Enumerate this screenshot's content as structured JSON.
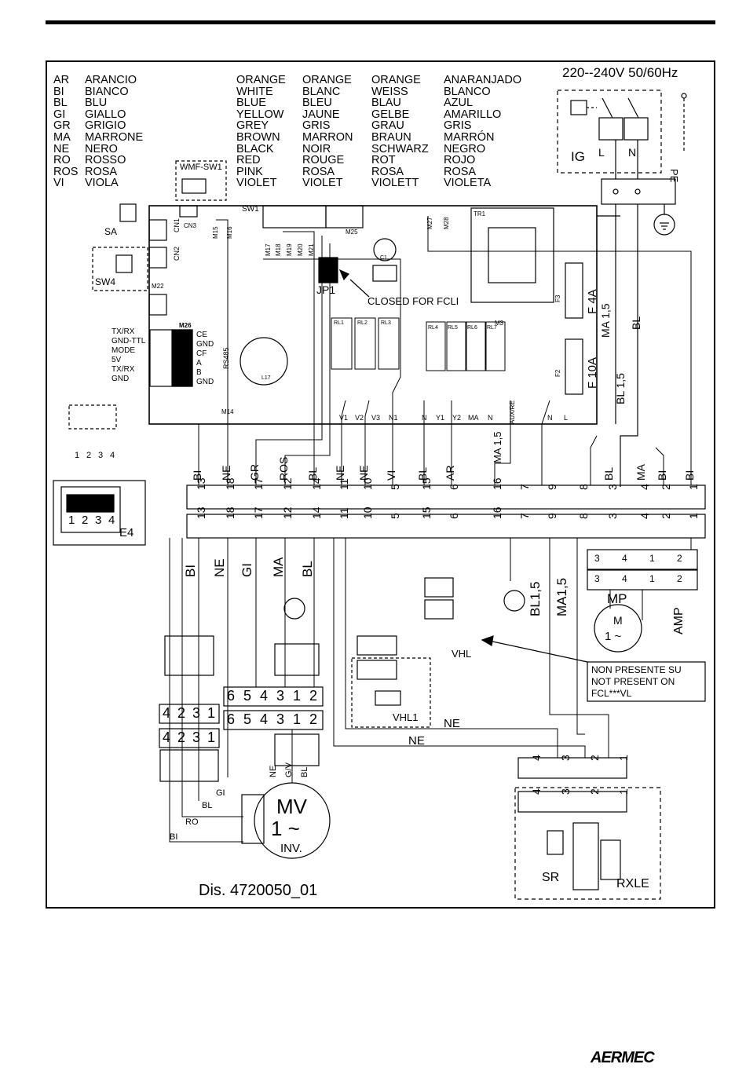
{
  "legend": [
    [
      "AR",
      "ARANCIO",
      "ORANGE",
      "ORANGE",
      "ORANGE",
      "ANARANJADO"
    ],
    [
      "BI",
      "BIANCO",
      "WHITE",
      "BLANC",
      "WEISS",
      "BLANCO"
    ],
    [
      "BL",
      "BLU",
      "BLUE",
      "BLEU",
      "BLAU",
      "AZUL"
    ],
    [
      "GI",
      "GIALLO",
      "YELLOW",
      "JAUNE",
      "GELBE",
      "AMARILLO"
    ],
    [
      "GR",
      "GRIGIO",
      "GREY",
      "GRIS",
      "GRAU",
      "GRIS"
    ],
    [
      "MA",
      "MARRONE",
      "BROWN",
      "MARRON",
      "BRAUN",
      "MARRÓN"
    ],
    [
      "NE",
      "NERO",
      "BLACK",
      "NOIR",
      "SCHWARZ",
      "NEGRO"
    ],
    [
      "RO",
      "ROSSO",
      "RED",
      "ROUGE",
      "ROT",
      "ROJO"
    ],
    [
      "ROS",
      "ROSA",
      "PINK",
      "ROSA",
      "ROSA",
      "ROSA"
    ],
    [
      "VI",
      "VIOLA",
      "VIOLET",
      "VIOLET",
      "VIOLETT",
      "VIOLETA"
    ]
  ],
  "supply": "220--240V 50/60Hz",
  "drawing_number": "Dis. 4720050_01",
  "brand": "AERMEC",
  "labels": {
    "ig": "IG",
    "l": "L",
    "n": "N",
    "pe": "PE",
    "wmf_sw1": "WMF-SW1",
    "sw1": "SW1",
    "sa": "SA",
    "sw4": "SW4",
    "cn1": "CN1",
    "cn2": "CN2",
    "cn3": "CN3",
    "m22": "M22",
    "m25": "M25",
    "m26": "M26",
    "m3": "M3",
    "m14": "M14",
    "m15": "M15",
    "m16": "M16",
    "m17": "M17",
    "m18": "M18",
    "m19": "M19",
    "m20": "M20",
    "m21": "M21",
    "m27": "M27",
    "m28": "M28",
    "tr1": "TR1",
    "c1": "C1",
    "l17": "L17",
    "jp1": "JP1",
    "closed_for_fcli": "CLOSED FOR FCLI",
    "f3": "F3",
    "f2": "F2",
    "f4a": "F 4A",
    "f10a": "F 10A",
    "rl1": "RL1",
    "rl2": "RL2",
    "rl3": "RL3",
    "rl4": "RL4",
    "rl5": "RL5",
    "rl6": "RL6",
    "rl7": "RL7",
    "ma15_top": "MA 1,5",
    "bl_top": "BL",
    "bl15_top": "BL 1,5",
    "ma15_mid": "MA 1,5",
    "v1": "V1",
    "v2": "V2",
    "v3": "V3",
    "n1": "N1",
    "n_a": "N",
    "y1": "Y1",
    "y2": "Y2",
    "ma": "MA",
    "n_b": "N",
    "aux_re": "AUX/RE",
    "n_c": "N",
    "l_c": "L",
    "rs485": "RS485",
    "m26_left": [
      "TX/RX",
      "GND-TTL",
      "MODE",
      "5V",
      "TX/RX",
      "GND"
    ],
    "m26_right": [
      "CE",
      "GND",
      "CF",
      "A",
      "B",
      "GND"
    ],
    "e4": "E4",
    "e4_digits": [
      "1",
      "2",
      "3",
      "4"
    ],
    "e4_wires": [
      "1",
      "2",
      "3",
      "4"
    ],
    "term_top_wires": [
      "BI",
      "NE",
      "GR",
      "ROS",
      "BL",
      "NE",
      "NE",
      "VI",
      "BL",
      "AR",
      "",
      "",
      "",
      "",
      "BL",
      "MA",
      "BI",
      "BI"
    ],
    "terminals": [
      "13",
      "18",
      "17",
      "12",
      "14",
      "11",
      "10",
      "5",
      "15",
      "6",
      "16",
      "7",
      "9",
      "8",
      "3",
      "4",
      "2",
      "1"
    ],
    "lower_wires": [
      "BI",
      "NE",
      "GI",
      "MA",
      "BL"
    ],
    "bl15_right": "BL1,5",
    "ma15_right": "MA1,5",
    "mp": "MP",
    "m_motor": "M",
    "one_phase": "1 ~",
    "amp": "AMP",
    "mp_terms": [
      "3",
      "4",
      "1",
      "2"
    ],
    "vhl": "VHL",
    "vhl1": "VHL1",
    "note": [
      "NON PRESENTE SU",
      "NOT PRESENT ON",
      "FCL***VL"
    ],
    "mv": "MV",
    "mv_phase": "1 ~",
    "inv": "INV.",
    "conn6": [
      "6",
      "5",
      "4",
      "3",
      "1",
      "2"
    ],
    "conn4": [
      "4",
      "2",
      "3",
      "1"
    ],
    "mv_wires_top": [
      "NE",
      "G/V",
      "BL"
    ],
    "mv_wires_left": [
      "GI",
      "BL",
      "RO",
      "BI"
    ],
    "ne_1": "NE",
    "ne_2": "NE",
    "sr_terms": [
      "4",
      "3",
      "2",
      "1"
    ],
    "sr": "SR",
    "rxle": "RXLE"
  }
}
